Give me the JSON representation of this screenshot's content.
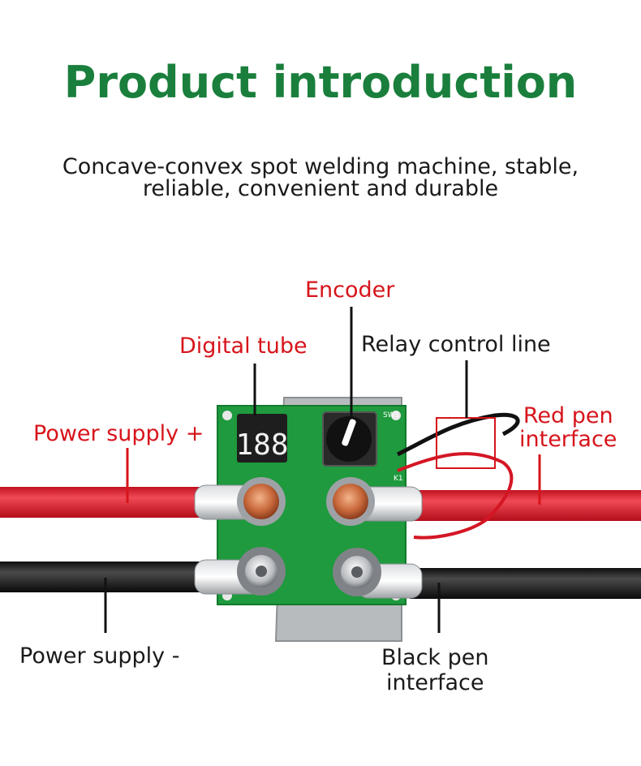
{
  "header": {
    "title": "Product introduction",
    "subtitle_line1": "Concave-convex spot welding machine, stable,",
    "subtitle_line2": "reliable, convenient and durable"
  },
  "labels": {
    "encoder": "Encoder",
    "digital_tube": "Digital tube",
    "relay_control_line": "Relay control line",
    "power_supply_plus": "Power supply +",
    "red_pen_line1": "Red pen",
    "red_pen_line2": "interface",
    "power_supply_minus": "Power supply -",
    "black_pen_line1": "Black pen",
    "black_pen_line2": "interface"
  },
  "display": {
    "digits": "188"
  },
  "board_marks": {
    "k1": "K1",
    "sw": "SW1"
  },
  "colors": {
    "title_green": "#1a7f3c",
    "label_red": "#d7141b",
    "label_dark": "#1a1a1a",
    "pcb_green": "#1f9a3e",
    "cable_red": "#e52232",
    "cable_black": "#1b1b1b"
  }
}
